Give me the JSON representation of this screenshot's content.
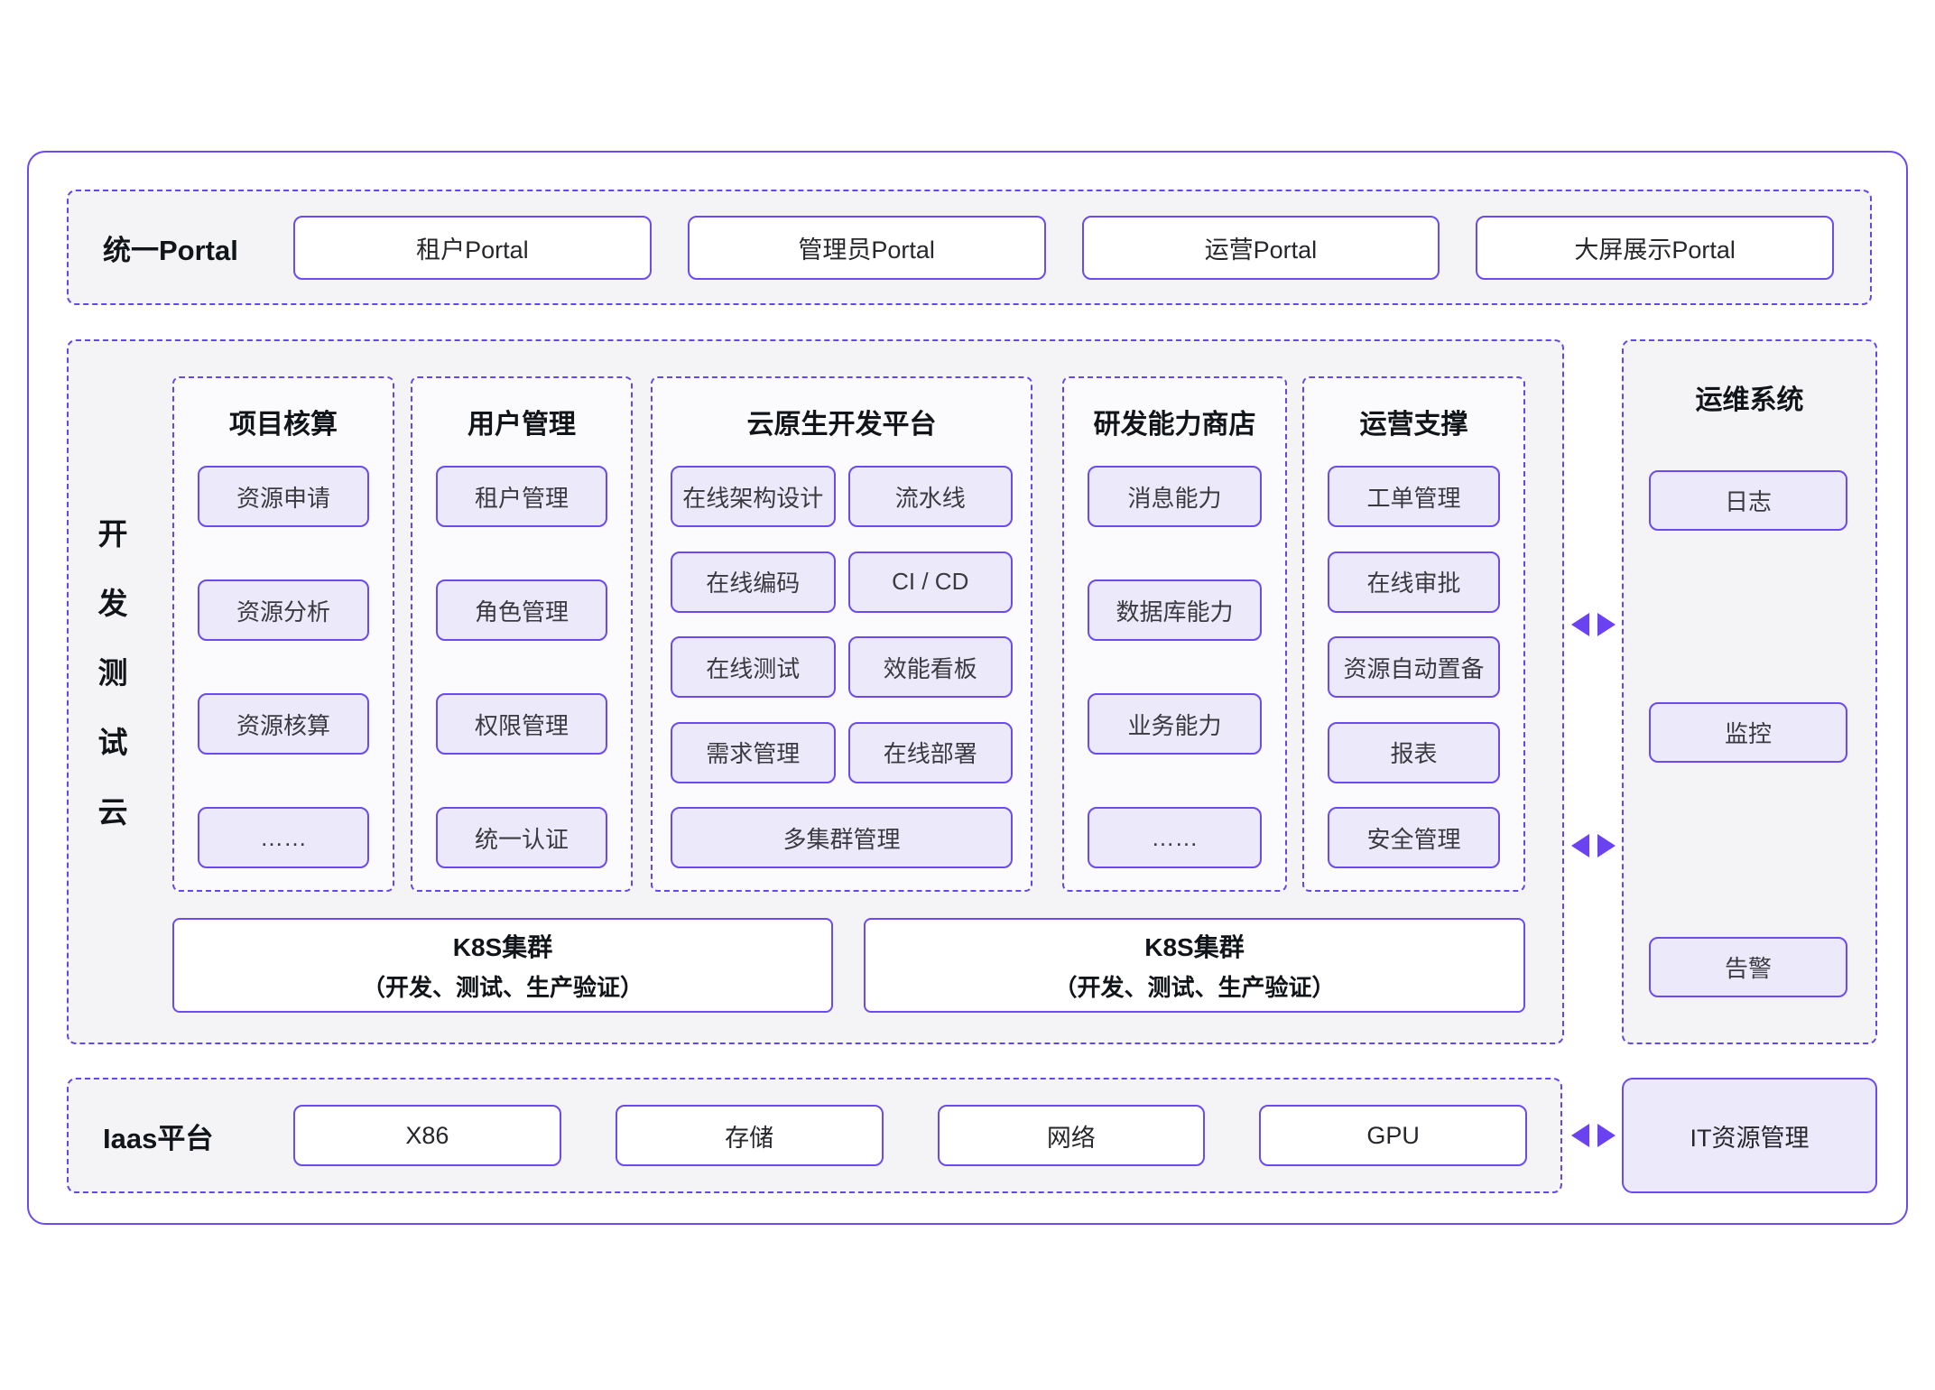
{
  "colors": {
    "accent_border": "#6b4aef",
    "dashed_border": "#5f48ec",
    "chip_fill": "#ece9fa",
    "section_fill": "#f4f4f6",
    "column_fill": "#fbfbfd",
    "arrow": "#6b42f2",
    "title_text": "#111418",
    "body_text": "#3a3a40"
  },
  "portal": {
    "label": "统一Portal",
    "items": [
      "租户Portal",
      "管理员Portal",
      "运营Portal",
      "大屏展示Portal"
    ]
  },
  "dev": {
    "label": "开发测试云",
    "columns": [
      {
        "title": "项目核算",
        "items": [
          "资源申请",
          "资源分析",
          "资源核算",
          "……"
        ]
      },
      {
        "title": "用户管理",
        "items": [
          "租户管理",
          "角色管理",
          "权限管理",
          "统一认证"
        ]
      },
      {
        "title": "云原生开发平台",
        "grid_items": [
          "在线架构设计",
          "流水线",
          "在线编码",
          "CI / CD",
          "在线测试",
          "效能看板",
          "需求管理",
          "在线部署"
        ],
        "full_item": "多集群管理"
      },
      {
        "title": "研发能力商店",
        "items": [
          "消息能力",
          "数据库能力",
          "业务能力",
          "……"
        ]
      },
      {
        "title": "运营支撑",
        "items": [
          "工单管理",
          "在线审批",
          "资源自动置备",
          "报表",
          "安全管理"
        ]
      }
    ],
    "k8s_clusters": [
      {
        "line1": "K8S集群",
        "line2": "（开发、测试、生产验证）"
      },
      {
        "line1": "K8S集群",
        "line2": "（开发、测试、生产验证）"
      }
    ]
  },
  "ops": {
    "title": "运维系统",
    "items": [
      "日志",
      "监控",
      "告警"
    ]
  },
  "iaas": {
    "label": "Iaas平台",
    "items": [
      "X86",
      "存储",
      "网络",
      "GPU"
    ]
  },
  "it_box": {
    "label": "IT资源管理"
  }
}
